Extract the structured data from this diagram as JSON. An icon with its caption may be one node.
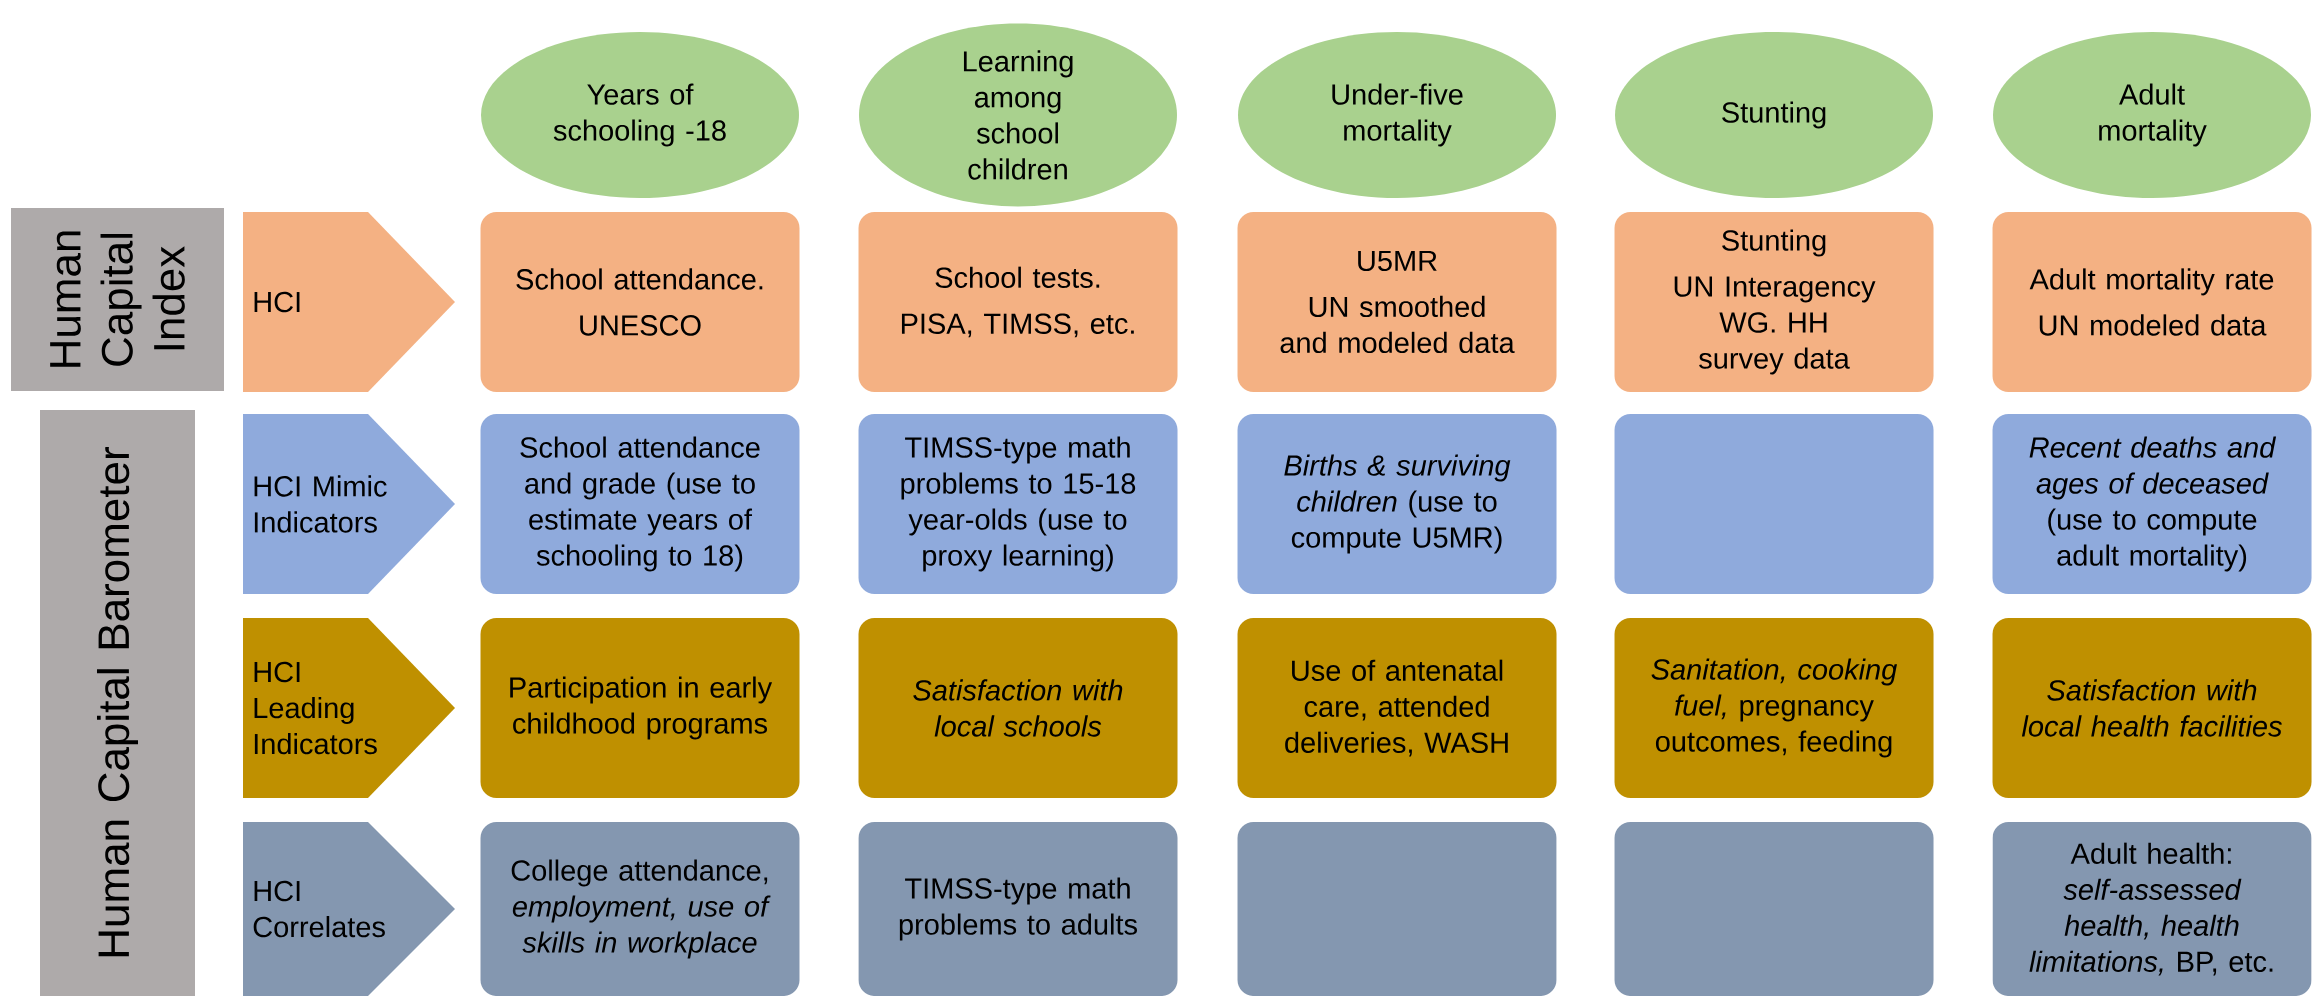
{
  "diagram": {
    "nodes": [
      {
        "text": [
          "Years of schooling -18"
        ]
      },
      {
        "text": [
          "Learning among school children"
        ]
      },
      {
        "text": [
          "Under-five mortality"
        ]
      },
      {
        "text": [
          "Stunting"
        ]
      },
      {
        "text": [
          "Adult mortality"
        ]
      },
      {
        "text": [
          "Human Capital Index"
        ]
      },
      {
        "text": [
          "HCI"
        ]
      },
      {
        "text": [
          "School attendance.",
          "UNESCO"
        ]
      },
      {
        "text": [
          "School tests.",
          "PISA, TIMSS, etc."
        ]
      },
      {
        "text": [
          "U5MR",
          "UN smoothed and modeled data"
        ]
      },
      {
        "text": [
          "Stunting",
          "UN Interagency WG. HH survey data"
        ]
      },
      {
        "text": [
          "Adult mortality rate",
          "UN modeled data"
        ]
      },
      {
        "text": [
          "Human Capital Barometer"
        ]
      },
      {
        "text": [
          "HCI Mimic Indicators"
        ]
      },
      {
        "text": [
          "School attendance and grade (use to estimate years of schooling to 18)"
        ]
      },
      {
        "text": [
          "TIMSS-type math problems to 15-18 year-olds (use to proxy learning)"
        ]
      },
      {
        "text": [
          "*Births & surviving children* (use to compute U5MR)"
        ]
      },
      {
        "text": [],
        "shape": "box"
      },
      {
        "text": [
          "*Recent deaths and ages of deceased* (use to compute adult mortality)"
        ]
      },
      {
        "text": [
          "HCI Leading Indicators"
        ]
      },
      {
        "text": [
          "Participation in early childhood programs"
        ]
      },
      {
        "text": [
          "Satisfaction with local schools"
        ]
      },
      {
        "text": [
          "Use of antenatal care, attended deliveries, WASH"
        ]
      },
      {
        "text": [
          "*Sanitation, cooking fuel,* pregnancy outcomes, feeding"
        ]
      },
      {
        "text": [
          "Satisfaction with local health facilities"
        ]
      },
      {
        "text": [
          "HCI Correlates"
        ]
      },
      {
        "text": [
          "College attendance, *employment, use of skills in workplace*"
        ]
      },
      {
        "text": [
          "TIMSS-type math problems to adults"
        ]
      },
      {
        "text": [],
        "shape": "box"
      },
      {
        "text": [],
        "shape": "box"
      },
      {
        "text": [
          "Adult health: *self-assessed health, health limitations,* BP, etc."
        ]
      }
    ]
  }
}
